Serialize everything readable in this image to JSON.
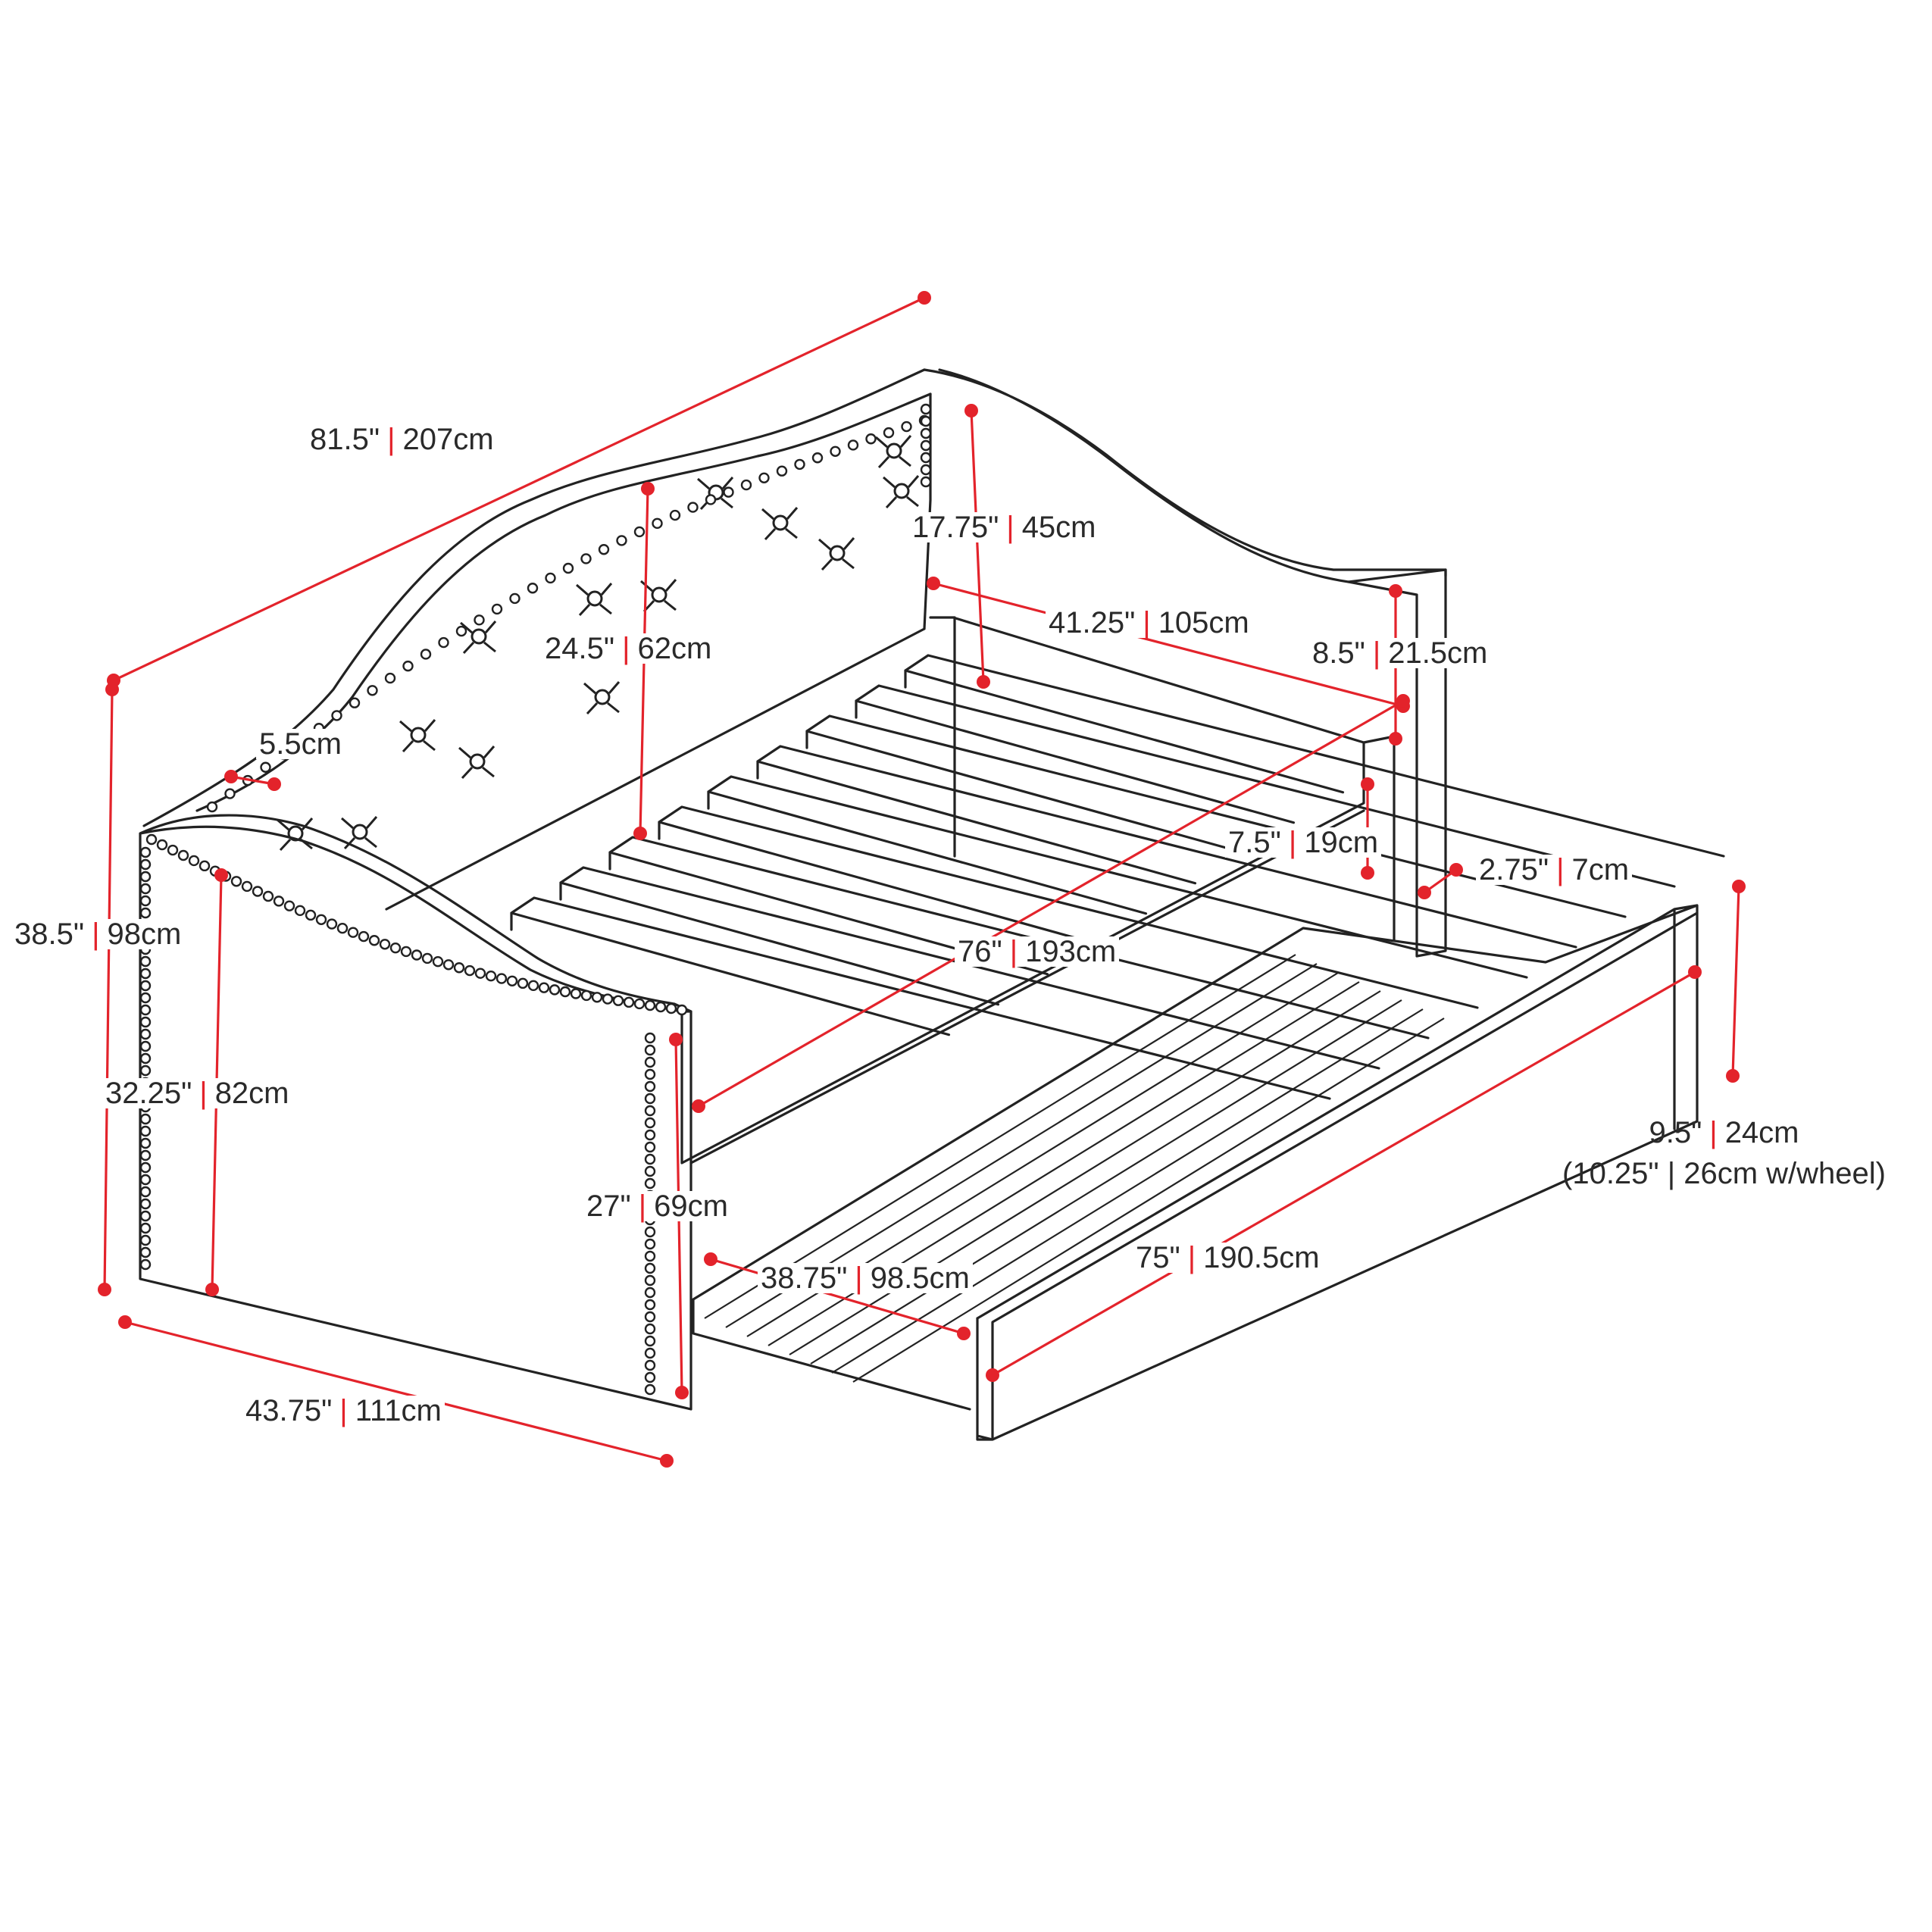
{
  "colors": {
    "dimension": "#e3232b",
    "line_art": "#222222",
    "text": "#2a2a2a",
    "background": "#ffffff"
  },
  "dimensions": {
    "overall_length": {
      "imperial": "81.5\"",
      "metric": "207cm"
    },
    "back_height": {
      "imperial": "17.75\"",
      "metric": "45cm"
    },
    "arm_height_inner": {
      "imperial": "24.5\"",
      "metric": "62cm"
    },
    "inner_width": {
      "imperial": "41.25\"",
      "metric": "105cm"
    },
    "rail_height": {
      "imperial": "8.5\"",
      "metric": "21.5cm"
    },
    "arm_thickness": {
      "value": "5.5cm"
    },
    "rail_to_floor": {
      "imperial": "7.5\"",
      "metric": "19cm"
    },
    "leg_height": {
      "imperial": "2.75\"",
      "metric": "7cm"
    },
    "overall_height": {
      "imperial": "38.5\"",
      "metric": "98cm"
    },
    "inner_length": {
      "imperial": "76\"",
      "metric": "193cm"
    },
    "arm_height": {
      "imperial": "32.25\"",
      "metric": "82cm"
    },
    "trundle_height": {
      "imperial": "9.5\"",
      "metric": "24cm",
      "note": "(10.25\" | 26cm w/wheel)"
    },
    "front_arm_height": {
      "imperial": "27\"",
      "metric": "69cm"
    },
    "trundle_width": {
      "imperial": "38.75\"",
      "metric": "98.5cm"
    },
    "trundle_length": {
      "imperial": "75\"",
      "metric": "190.5cm"
    },
    "overall_depth": {
      "imperial": "43.75\"",
      "metric": "111cm"
    }
  }
}
